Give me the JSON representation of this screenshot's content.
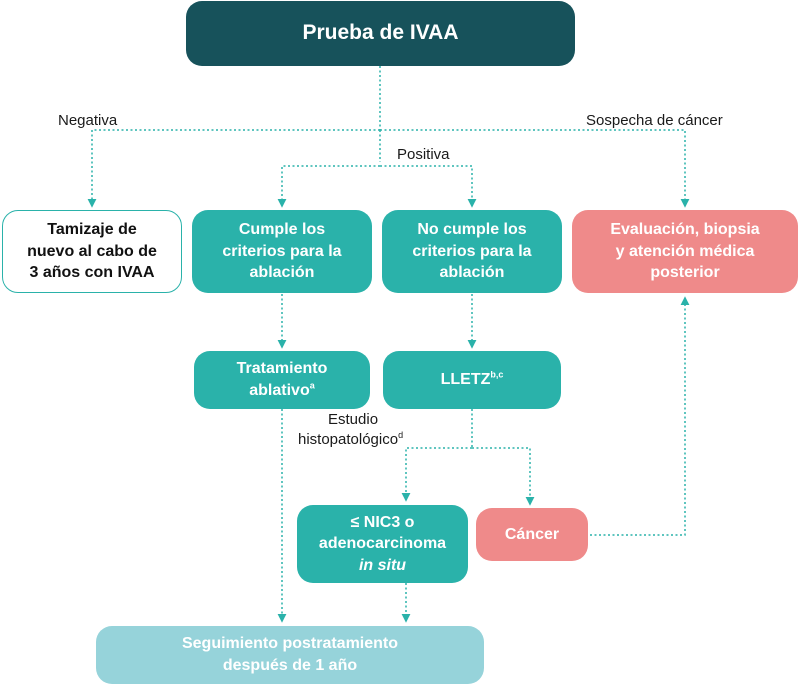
{
  "nodes": {
    "test": "Prueba de IVAA",
    "screen": [
      "Tamizaje de",
      "nuevo al cabo de",
      "3 años con IVAA"
    ],
    "eligible": [
      "Cumple los",
      "criterios para la",
      "ablación"
    ],
    "not_eligible": [
      "No cumple los",
      "criterios para la",
      "ablación"
    ],
    "evaluation": [
      "Evaluación, biopsia",
      "y atención médica",
      "posterior"
    ],
    "ablative": {
      "line1": "Tratamiento",
      "line2": "ablativo",
      "sup": "a"
    },
    "lletz": {
      "text": "LLETZ",
      "sup": "b,c"
    },
    "cin3": {
      "line1": "≤ NIC3 o",
      "line2": "adenocarcinoma",
      "line3": "in situ"
    },
    "cancer": "Cáncer",
    "followup": [
      "Seguimiento postratamiento",
      "después de 1 año"
    ]
  },
  "labels": {
    "negative": "Negativa",
    "positive": "Positiva",
    "suspect": "Sospecha de cáncer",
    "histo_line1": "Estudio",
    "histo_line2": "histopatológico",
    "histo_sup": "d"
  },
  "colors": {
    "dark": "#17525b",
    "teal": "#2ab2aa",
    "pink": "#ef8a8a",
    "light": "#96d3da",
    "connector": "#2ab2aa"
  }
}
